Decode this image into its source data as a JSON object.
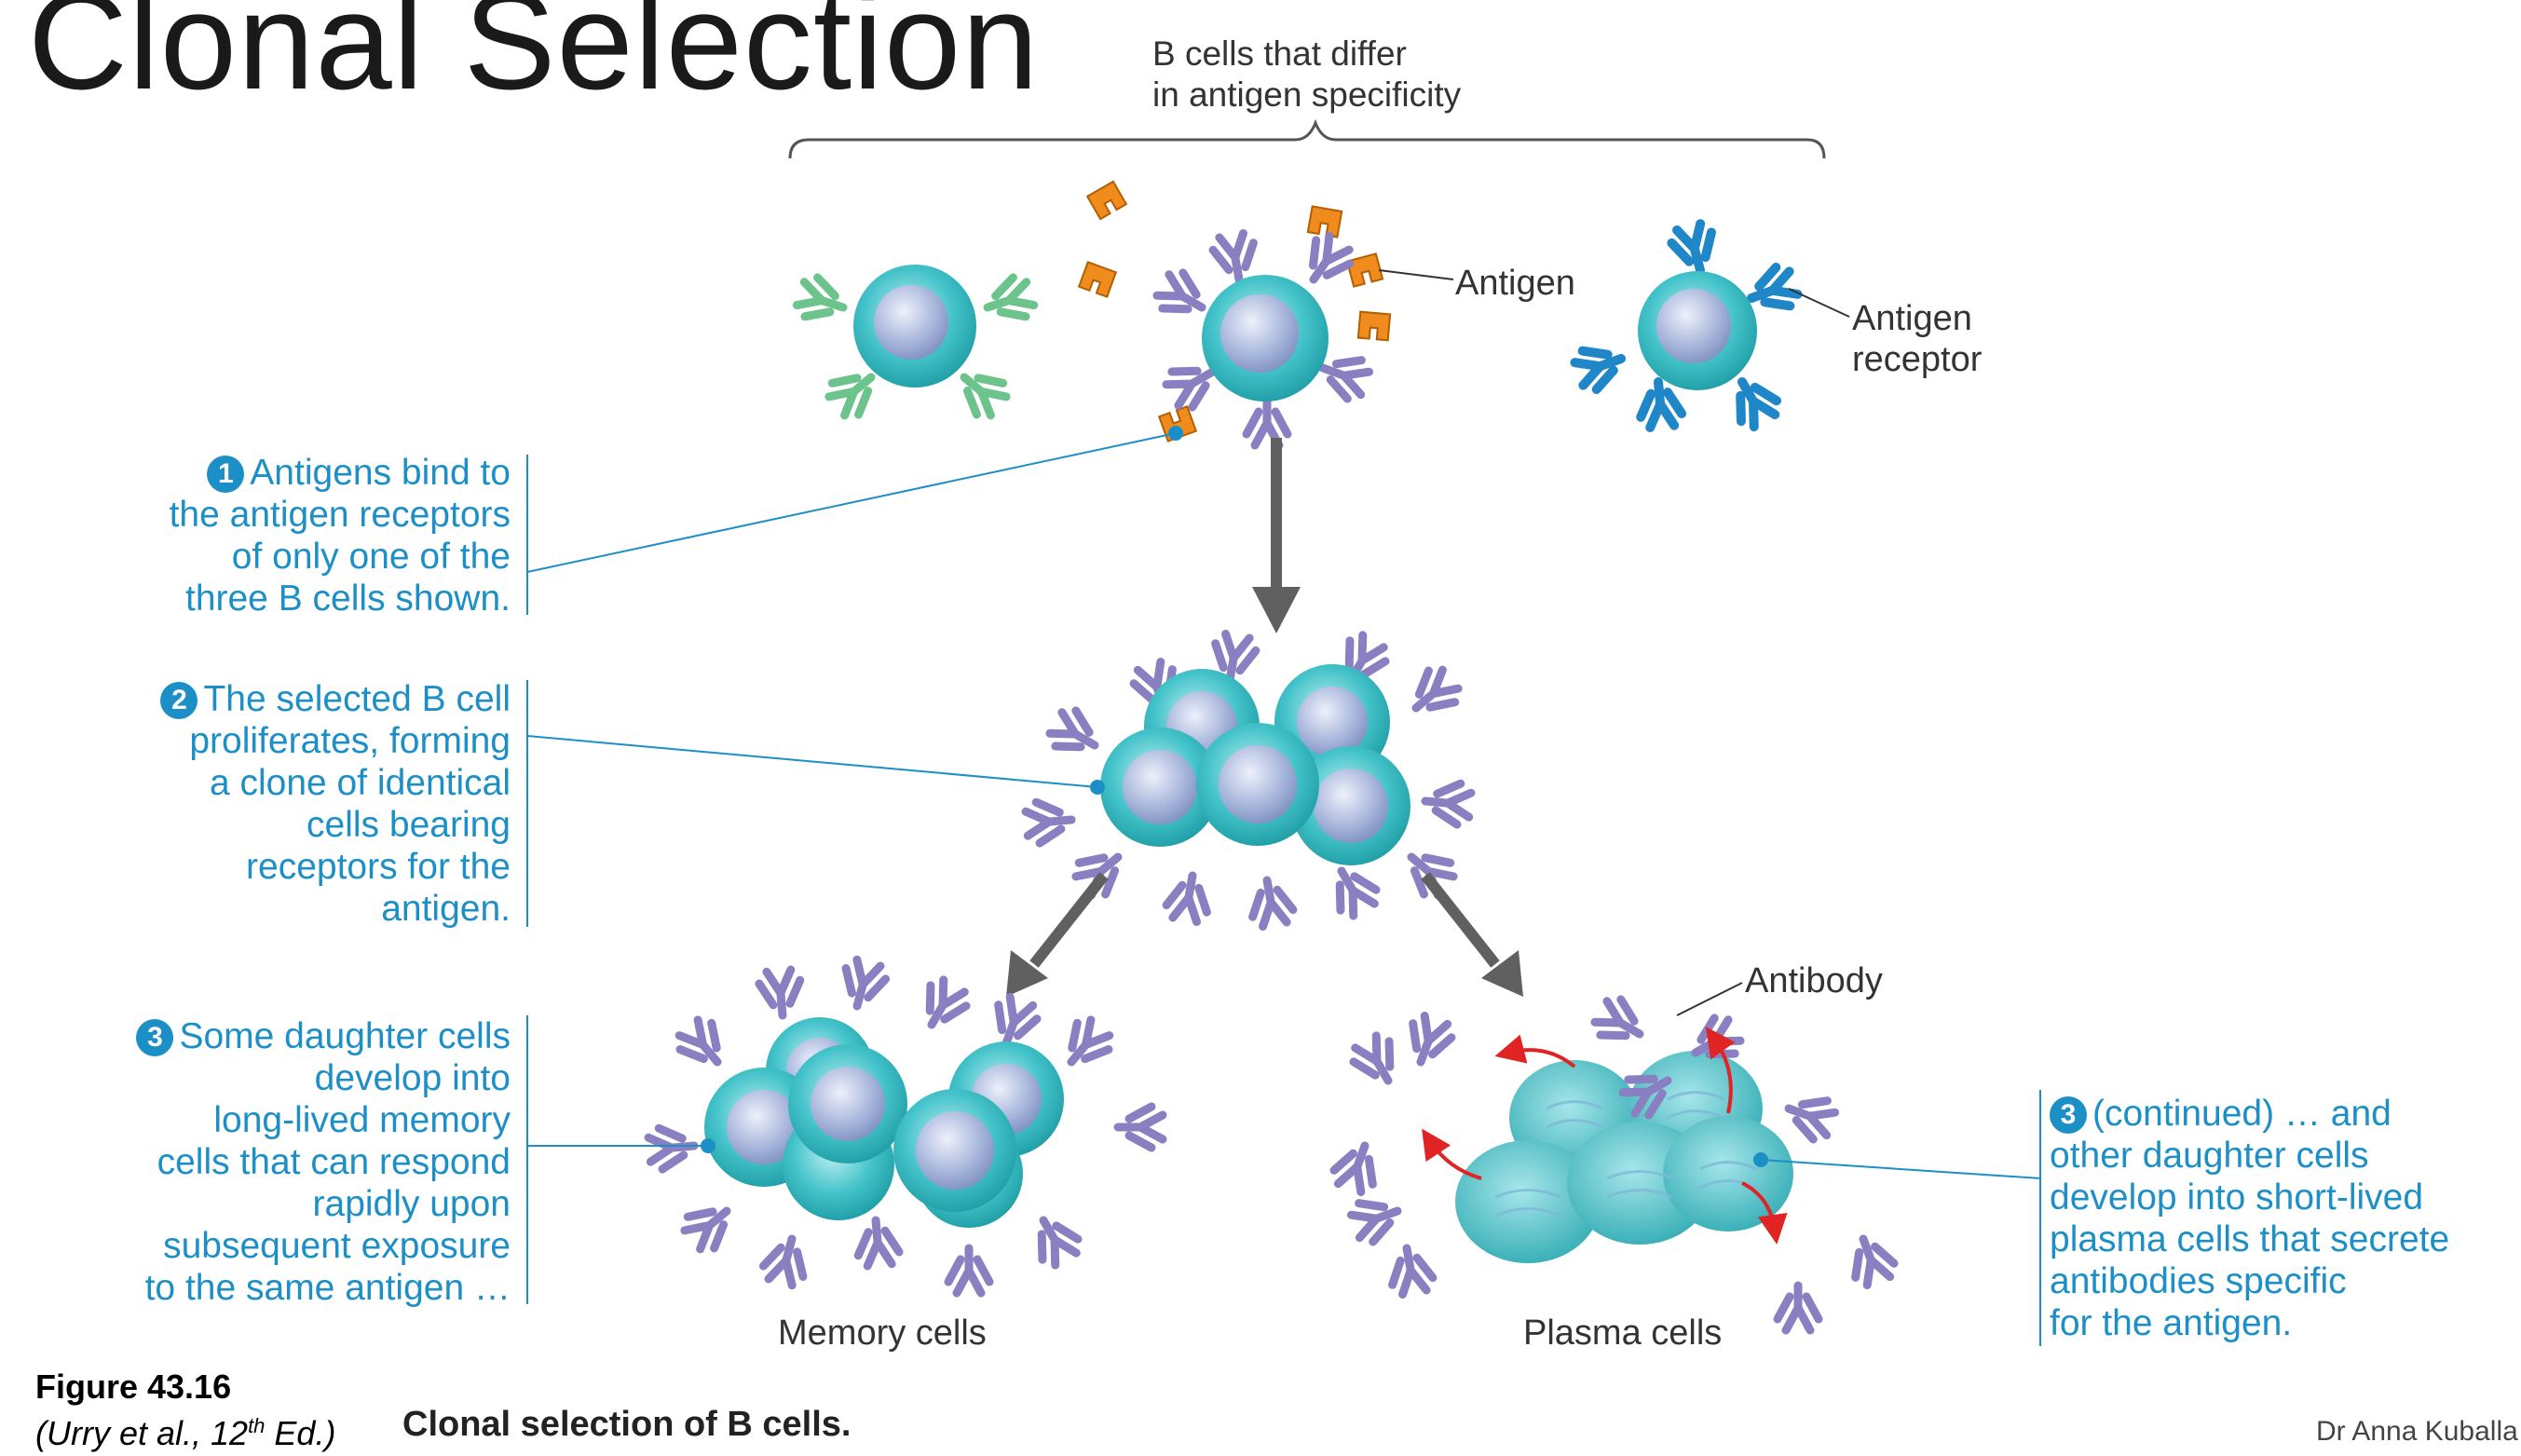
{
  "title": "Clonal Selection",
  "top_caption": {
    "line1": "B cells that differ",
    "line2": "in antigen specificity"
  },
  "labels": {
    "antigen": "Antigen",
    "antigen_receptor_1": "Antigen",
    "antigen_receptor_2": "receptor",
    "antibody": "Antibody",
    "memory_cells": "Memory cells",
    "plasma_cells": "Plasma cells"
  },
  "steps": {
    "step1": {
      "num": "1",
      "lines": [
        "Antigens bind to",
        "the antigen receptors",
        "of only one of the",
        "three B cells shown."
      ]
    },
    "step2": {
      "num": "2",
      "lines": [
        "The selected B cell",
        "proliferates, forming",
        "a clone of identical",
        "cells bearing",
        "receptors for the",
        "antigen."
      ]
    },
    "step3": {
      "num": "3",
      "lines": [
        "Some daughter cells",
        "develop into",
        "long-lived memory",
        "cells that can respond",
        "rapidly upon",
        "subsequent exposure",
        "to the same antigen …"
      ]
    },
    "step3b": {
      "num": "3",
      "lines": [
        "(continued) … and",
        "other daughter cells",
        "develop into short-lived",
        "plasma cells that secrete",
        "antibodies specific",
        "for the antigen."
      ]
    }
  },
  "figure": {
    "number": "Figure 43.16",
    "ref_prefix": "(Urry et al., 12",
    "ref_sup": "th",
    "ref_suffix": " Ed.)",
    "caption": "Clonal selection of B cells."
  },
  "author": "Dr Anna Kuballa",
  "colors": {
    "cell": "#3bbfc6",
    "nucleus": "#9fb0d6",
    "green_receptor": "#6cc38c",
    "purple_receptor": "#8a7fc0",
    "blue_receptor": "#1f86c8",
    "antigen": "#f08c1e",
    "leader": "#1d8fc7",
    "arrow": "#606060",
    "secretion": "#e02424"
  }
}
